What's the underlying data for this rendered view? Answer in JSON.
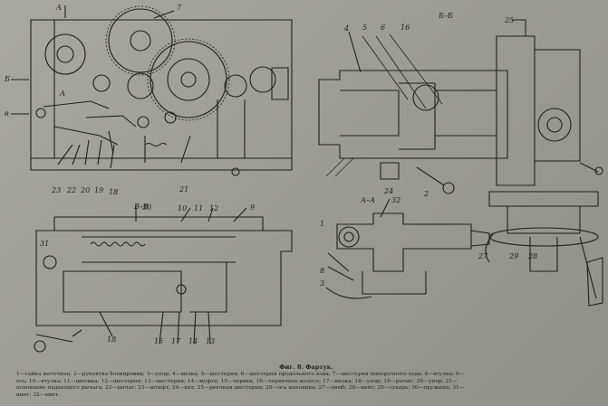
{
  "figure": {
    "title": "Фиг. 8. Фартук.",
    "caption_lines": [
      "1—гайка маточная; 2—рукоятка блокировки; 3—упор; 4—вилка; 5—шестерня; 6—шестерня продольного хода; 7—шестерня поперечного хода; 8—втулка; 9—",
      "ось; 10—втулка; 11—шпонка; 12—шестерня; 13—шестерня; 14—муфта; 15—червяк; 16—червячное колесо; 17—вилка; 18—упор; 19—рычаг; 20—упор; 21—",
      "основание падающего рычага; 22—рычаг; 23—штифт; 24—вал; 25—реечная шестерня; 26—ось маховика; 27—лимб; 28—винт; 29—сухарь; 30—пружина; 31—",
      "винт; 32—винт."
    ]
  },
  "section_labels": {
    "bb": "Б–Б",
    "vv": "В–В",
    "aa": "А–А",
    "a_top": "А",
    "a_mid": "А",
    "b_left": "Б",
    "v_left": "в"
  },
  "callouts": {
    "n1": "1",
    "n2": "2",
    "n3": "3",
    "n4": "4",
    "n5": "5",
    "n6": "6",
    "n7": "7",
    "n8": "8",
    "n9": "9",
    "n10": "10",
    "n11": "11",
    "n12": "12",
    "n13": "13",
    "n14": "14",
    "n15": "15",
    "n16": "16",
    "n17": "17",
    "n18": "18",
    "n18b": "18",
    "n19": "19",
    "n20": "20",
    "n21": "21",
    "n22": "22",
    "n23": "23",
    "n24": "24",
    "n25": "25",
    "n27": "27",
    "n28": "28",
    "n29": "29",
    "n30": "30",
    "n31": "31",
    "n32": "32"
  }
}
